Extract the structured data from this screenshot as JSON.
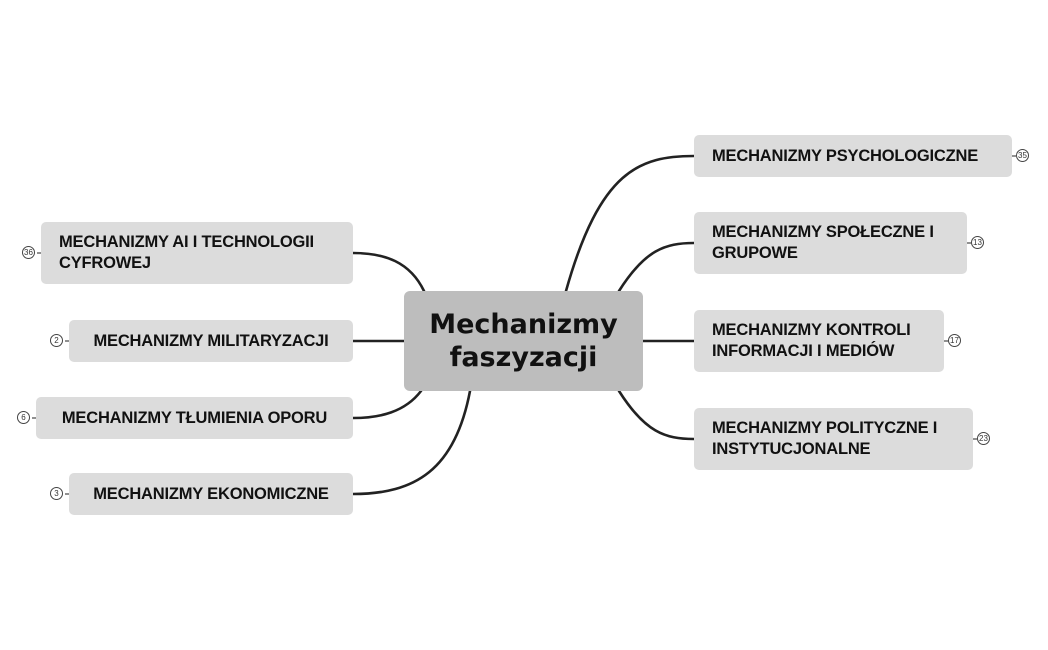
{
  "root": {
    "title_line1": "Mechanizmy",
    "title_line2": "faszyzacji"
  },
  "topics": {
    "psych": {
      "label": "MECHANIZMY PSYCHOLOGICZNE",
      "count": "35"
    },
    "social": {
      "label_line1": "MECHANIZMY SPOŁECZNE I",
      "label_line2": "GRUPOWE",
      "count": "13"
    },
    "info": {
      "label_line1": "MECHANIZMY KONTROLI",
      "label_line2": "INFORMACJI I MEDIÓW",
      "count": "17"
    },
    "political": {
      "label_line1": "MECHANIZMY POLITYCZNE I",
      "label_line2": "INSTYTUCJONALNE",
      "count": "23"
    },
    "ai": {
      "label_line1": "MECHANIZMY AI I TECHNOLOGII",
      "label_line2": "CYFROWEJ",
      "count": "36"
    },
    "military": {
      "label": "MECHANIZMY MILITARYZACJI",
      "count": "2"
    },
    "resistance": {
      "label": "MECHANIZMY TŁUMIENIA OPORU",
      "count": "6"
    },
    "economic": {
      "label": "MECHANIZMY EKONOMICZNE",
      "count": "3"
    }
  }
}
